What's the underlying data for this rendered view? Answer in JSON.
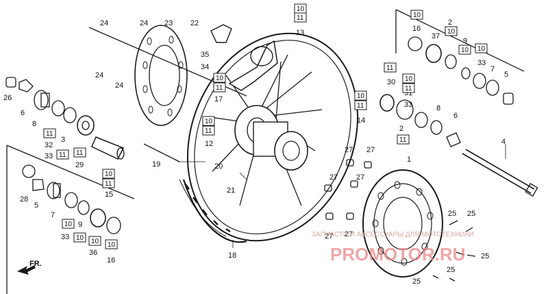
{
  "diagram": {
    "colors": {
      "ink": "#1a1a1a",
      "watermark": "#e07878"
    },
    "labels": {
      "p1": "1",
      "p2a": "2",
      "p2b": "2",
      "p3": "3",
      "p4": "4",
      "p5a": "5",
      "p5b": "5",
      "p6a": "6",
      "p6b": "6",
      "p7a": "7",
      "p7b": "7",
      "p8a": "8",
      "p8b": "8",
      "p9a": "9",
      "p9b": "9",
      "p12": "12",
      "p13": "13",
      "p14": "14",
      "p15": "15",
      "p16a": "16",
      "p16b": "16",
      "p17": "17",
      "p18": "18",
      "p19": "19",
      "p20": "20",
      "p21": "21",
      "p22": "22",
      "p23": "23",
      "p24a": "24",
      "p24b": "24",
      "p24c": "24",
      "p24d": "24",
      "p25a": "25",
      "p25b": "25",
      "p25c": "25",
      "p25d": "25",
      "p25e": "25",
      "p26": "26",
      "p27a": "27",
      "p27b": "27",
      "p27c": "27",
      "p27d": "27",
      "p27e": "27",
      "p27f": "27",
      "p28": "28",
      "p29": "29",
      "p30": "30",
      "p31": "31",
      "p32": "32",
      "p33a": "33",
      "p33b": "33",
      "p33c": "33",
      "p33d": "33",
      "p34": "34",
      "p35": "35",
      "p36": "36",
      "p37": "37",
      "fr": "FR."
    },
    "boxed": {
      "b10": "10",
      "b11": "11"
    },
    "watermark": {
      "subtitle": "ЗАПЧАСТИ И АКСЕССУАРЫ ДЛЯ МОТОТЕХНИКИ",
      "brand": "PROMOTOR.RU"
    }
  }
}
